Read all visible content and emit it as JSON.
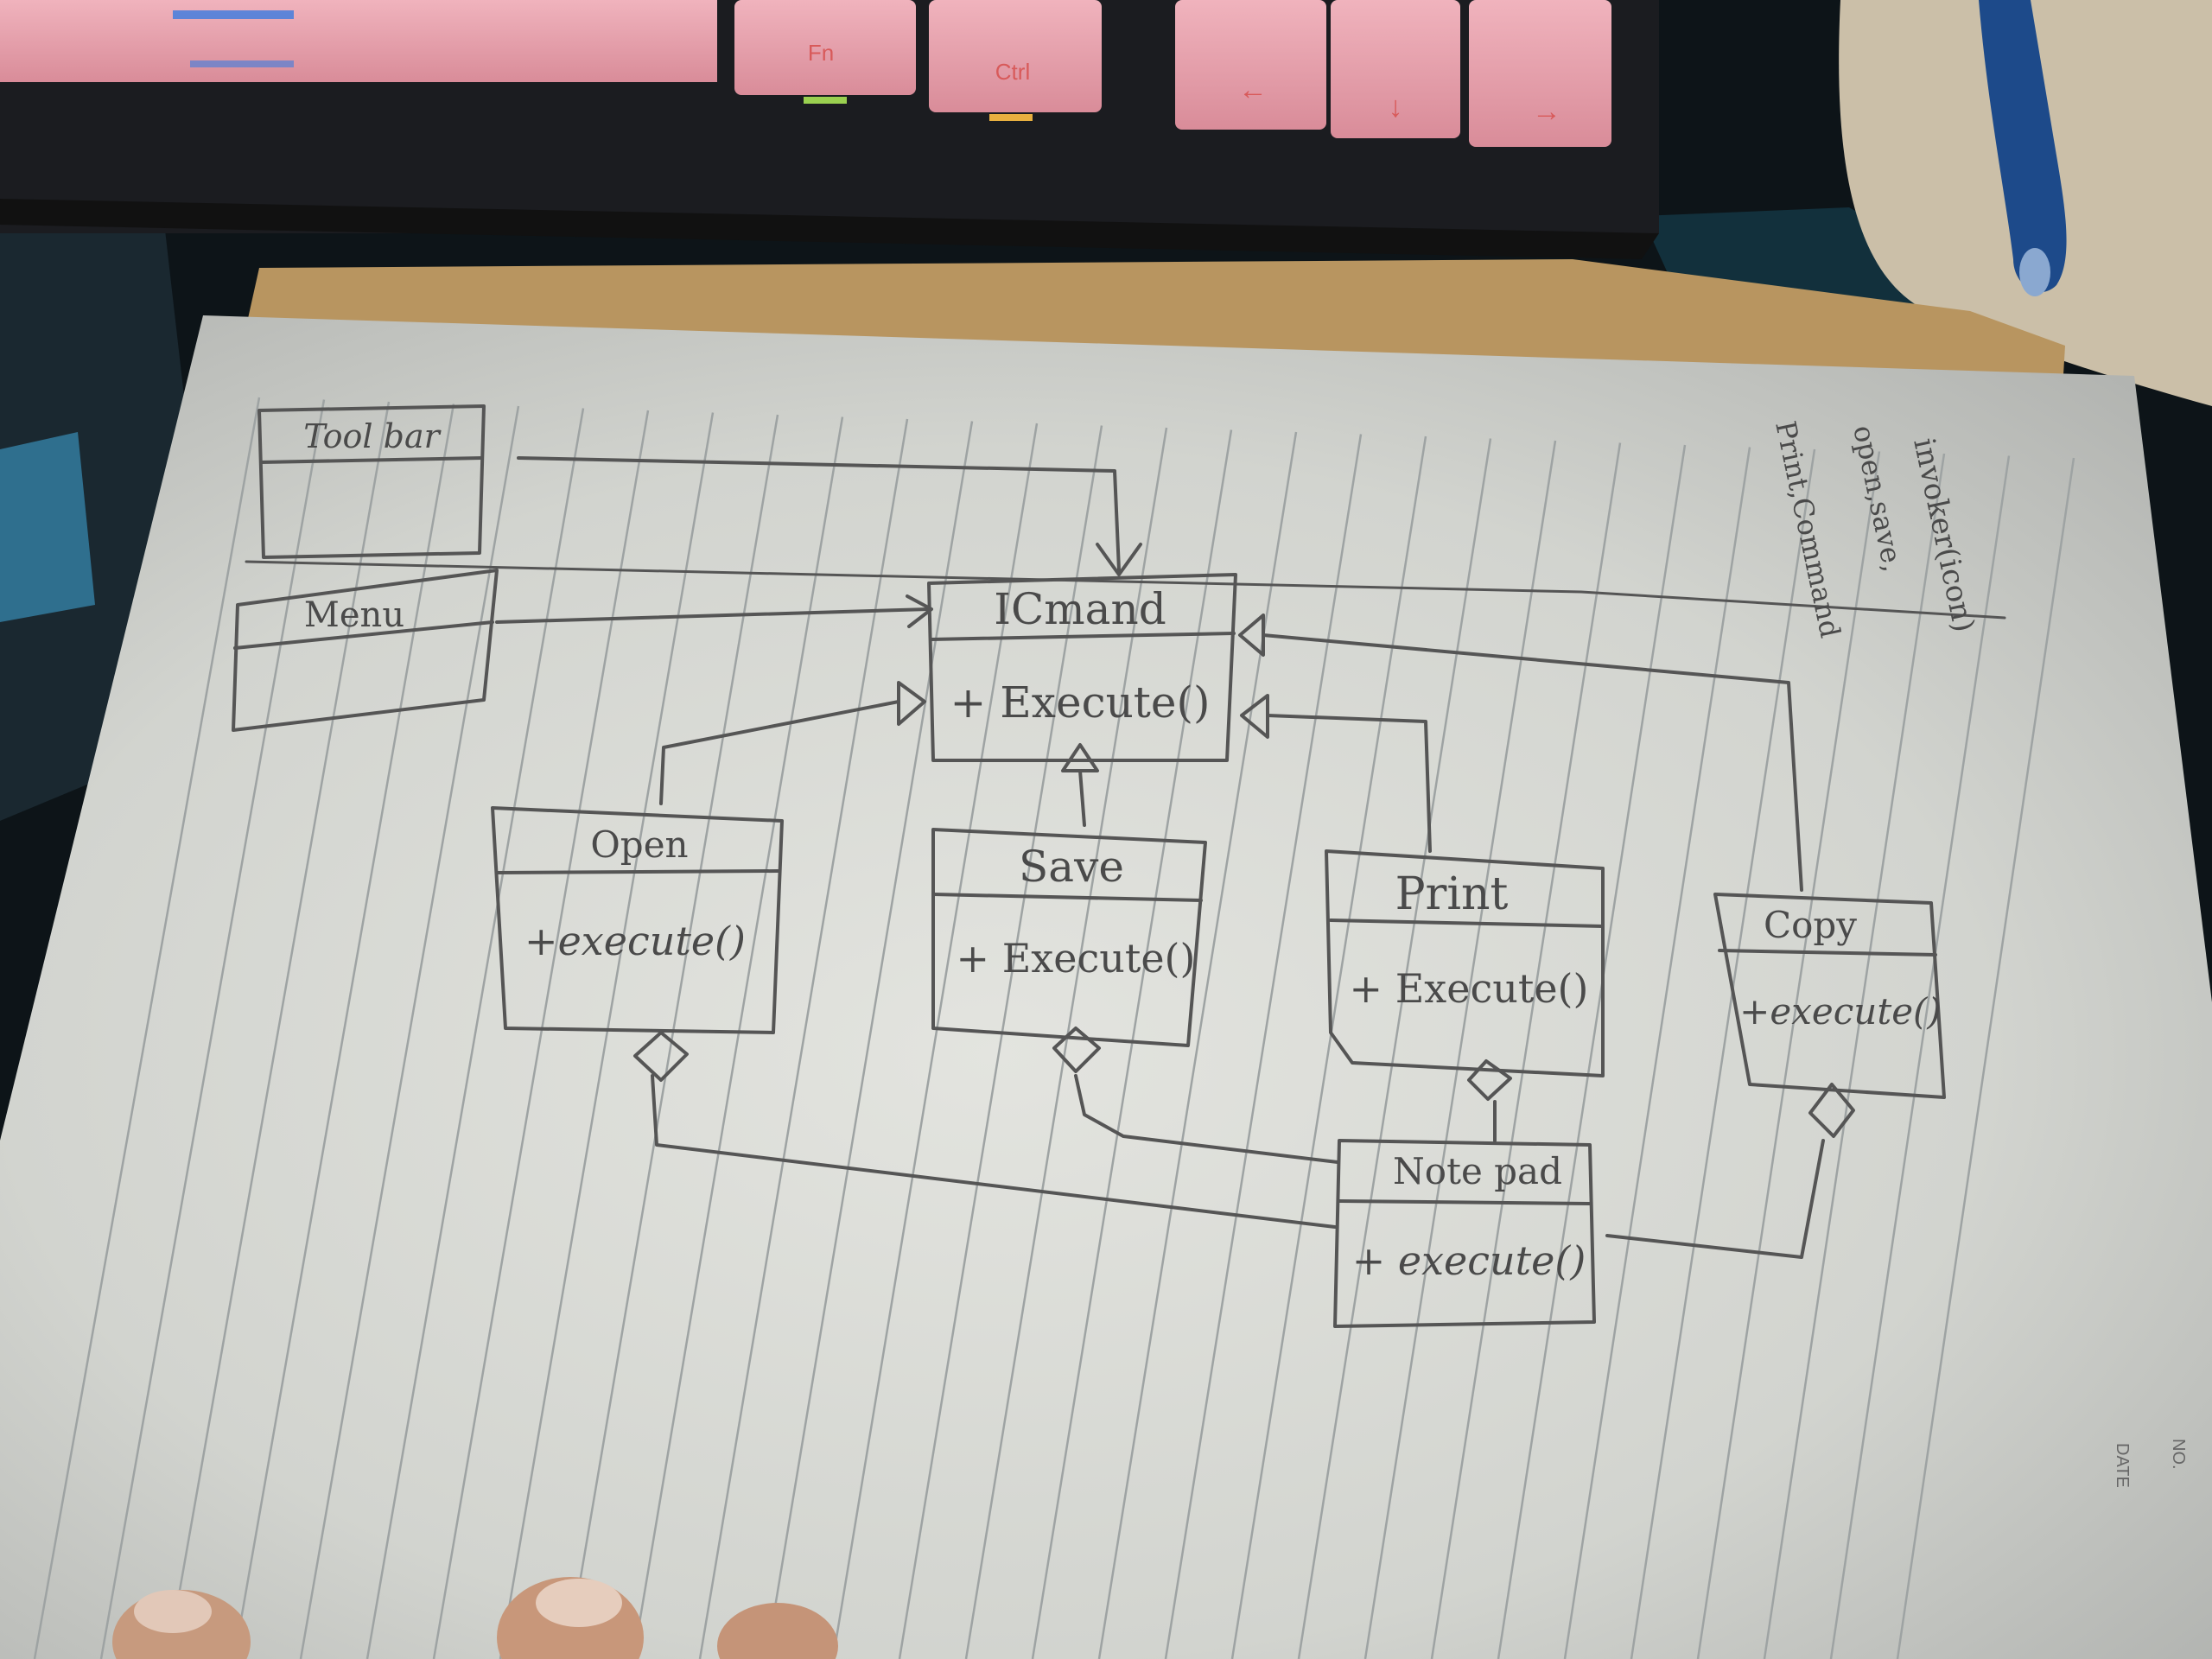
{
  "keyboard": {
    "key_fn": "Fn",
    "key_ctrl": "Ctrl",
    "key_left": "←",
    "key_down": "↓",
    "key_right": "→"
  },
  "notebook": {
    "margin_no": "NO.",
    "margin_date": "DATE"
  },
  "diagram": {
    "toolbar_title": "Tool bar",
    "menu_title": "Menu",
    "icommand_title": "ICmand",
    "icommand_method": "+ Execute()",
    "open_title": "Open",
    "open_method": "+execute()",
    "save_title": "Save",
    "save_method": "+ Execute()",
    "print_title": "Print",
    "print_method": "+ Execute()",
    "copy_title": "Copy",
    "copy_method": "+execute()",
    "notepad_title": "Note pad",
    "notepad_method": "+ execute()"
  },
  "side_notes": {
    "line1": "invoker(icon)",
    "line2": "open,save,",
    "line3": "Print,Command"
  },
  "colors": {
    "paper": "#d9dbd6",
    "ink": "#4a4a4a",
    "keycap": "#e7a2ad",
    "rule_line": "#9ea3a3"
  }
}
